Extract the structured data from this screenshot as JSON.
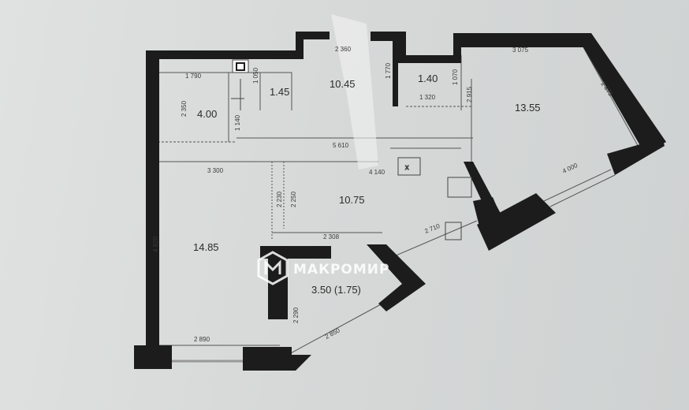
{
  "plan": {
    "watermark": "МАКРОМИР",
    "rooms": [
      {
        "id": "corridor",
        "area": "10.45"
      },
      {
        "id": "wc",
        "area": "1.45"
      },
      {
        "id": "bath-small",
        "area": "1.40"
      },
      {
        "id": "bedroom",
        "area": "13.55"
      },
      {
        "id": "storage",
        "area": "4.00"
      },
      {
        "id": "kitchen",
        "area": "10.75"
      },
      {
        "id": "living",
        "area": "14.85"
      },
      {
        "id": "balcony",
        "area": "3.50 (1.75)"
      }
    ],
    "dimensions": [
      "2 360",
      "1 790",
      "1 050",
      "1 770",
      "1 070",
      "1 320",
      "3 075",
      "2 875",
      "2 915",
      "2 350",
      "1 140",
      "5 610",
      "3 300",
      "4 140",
      "4 000",
      "2 230",
      "2 250",
      "2 308",
      "2 710",
      "4 820",
      "2 890",
      "2 290",
      "2 850"
    ]
  }
}
